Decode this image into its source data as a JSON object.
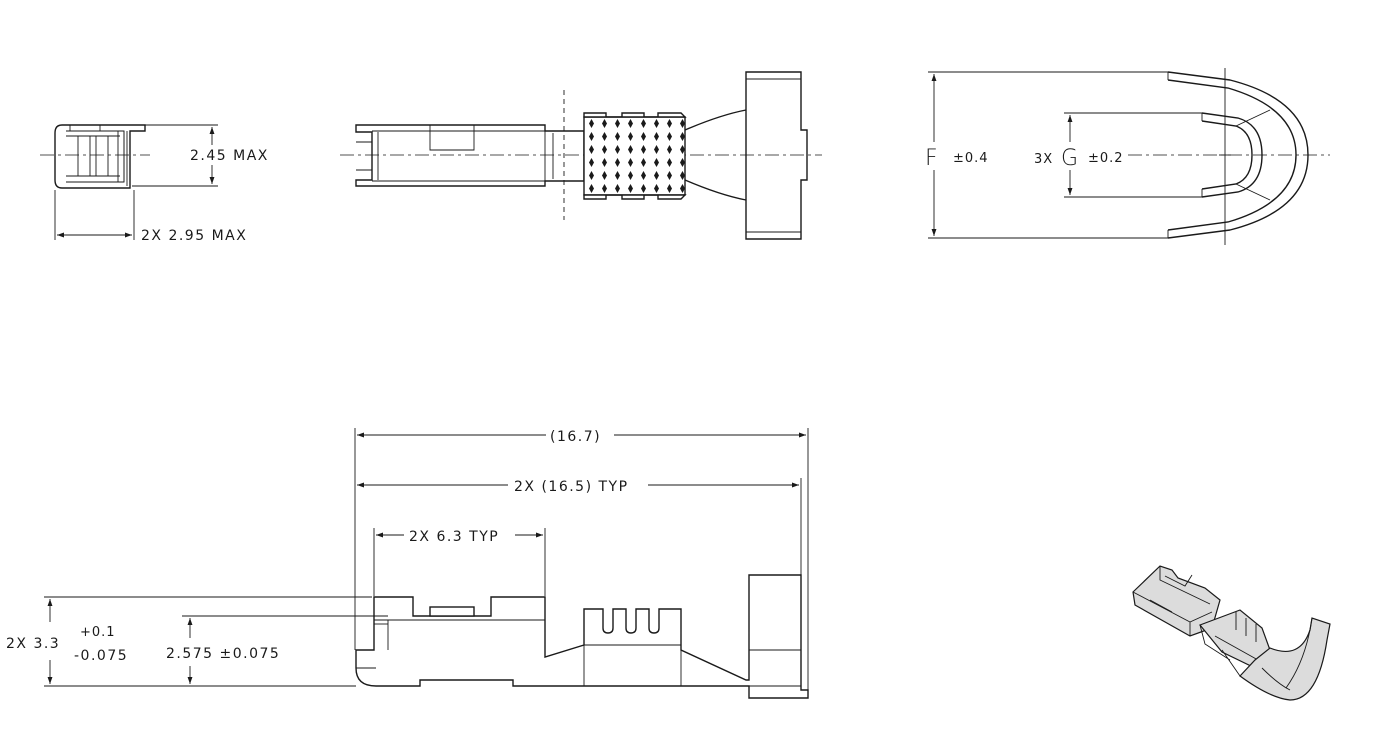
{
  "end_view": {
    "height_dim": "2.45 MAX",
    "width_dim": "2X 2.95 MAX"
  },
  "radial_view": {
    "f_label": "F",
    "f_tol": "±0.4",
    "g_prefix": "3X",
    "g_label": "G",
    "g_tol": "±0.2"
  },
  "side_view": {
    "overall_length": "(16.7)",
    "typ_length": "2X (16.5) TYP",
    "contact_length": "2X 6.3 TYP",
    "height_prefix": "2X 3.3",
    "height_tol_plus": "+0.1",
    "height_tol_minus": "-0.075",
    "inner_height": "2.575 ±0.075"
  },
  "colors": {
    "line": "#1a1a1a",
    "background": "#ffffff"
  }
}
